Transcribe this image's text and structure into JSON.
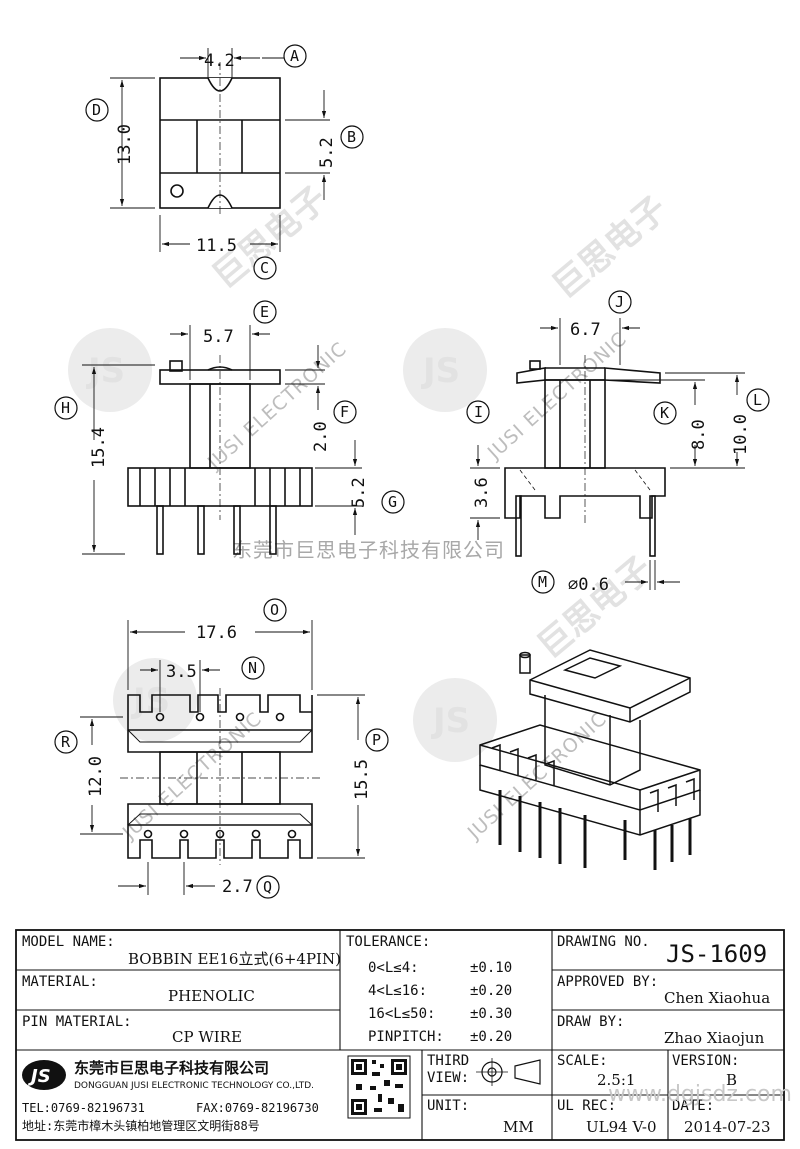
{
  "watermark": {
    "company_cn": "东莞市巨思电子科技有限公司",
    "logo_text": "JS",
    "brand_en": "JUSI ELECTRONIC",
    "brand_cn": "巨思电子"
  },
  "dimensions": {
    "d_4_2": "4.2",
    "d_13_0": "13.0",
    "d_5_2_top": "5.2",
    "d_11_5": "11.5",
    "d_5_7": "5.7",
    "d_15_4": "15.4",
    "d_2_0": "2.0",
    "d_5_2_front": "5.2",
    "d_6_7": "6.7",
    "d_8_0": "8.0",
    "d_10_0": "10.0",
    "d_3_6": "3.6",
    "d_0_6": "⌀0.6",
    "d_17_6": "17.6",
    "d_3_5": "3.5",
    "d_12_0": "12.0",
    "d_15_5": "15.5",
    "d_2_7": "2.7"
  },
  "callouts": {
    "A": "A",
    "B": "B",
    "C": "C",
    "D": "D",
    "E": "E",
    "F": "F",
    "G": "G",
    "H": "H",
    "I": "I",
    "J": "J",
    "K": "K",
    "L": "L",
    "M": "M",
    "N": "N",
    "O": "O",
    "P": "P",
    "Q": "Q",
    "R": "R"
  },
  "title_block": {
    "model_name_label": "MODEL NAME:",
    "model_name": "BOBBIN EE16立式(6+4PIN)",
    "material_label": "MATERIAL:",
    "material": "PHENOLIC",
    "pin_material_label": "PIN MATERIAL:",
    "pin_material": "CP WIRE",
    "tolerance_label": "TOLERANCE:",
    "tol_rows": [
      {
        "range": "0<L≤4:",
        "value": "±0.10"
      },
      {
        "range": "4<L≤16:",
        "value": "±0.20"
      },
      {
        "range": "16<L≤50:",
        "value": "±0.30"
      },
      {
        "range": "PINPITCH:",
        "value": "±0.20"
      }
    ],
    "drawing_no_label": "DRAWING NO.",
    "drawing_no": "JS-1609",
    "approved_by_label": "APPROVED BY:",
    "approved_by": "Chen Xiaohua",
    "draw_by_label": "DRAW BY:",
    "draw_by": "Zhao Xiaojun",
    "company_logo": "JS",
    "company_cn": "东莞市巨思电子科技有限公司",
    "company_en": "DONGGUAN JUSI ELECTRONIC TECHNOLOGY CO.,LTD.",
    "tel": "TEL:0769-82196731",
    "fax": "FAX:0769-82196730",
    "address": "地址:东莞市樟木头镇柏地管理区文明街88号",
    "third_view_label_1": "THIRD",
    "third_view_label_2": "VIEW:",
    "unit_label": "UNIT:",
    "unit": "MM",
    "scale_label": "SCALE:",
    "scale": "2.5:1",
    "version_label": "VERSION:",
    "version": "B",
    "ul_rec_label": "UL REC:",
    "ul_rec": "UL94 V-0",
    "date_label": "DATE:",
    "date": "2014-07-23",
    "web_watermark": "www.dgjsdz.com"
  }
}
